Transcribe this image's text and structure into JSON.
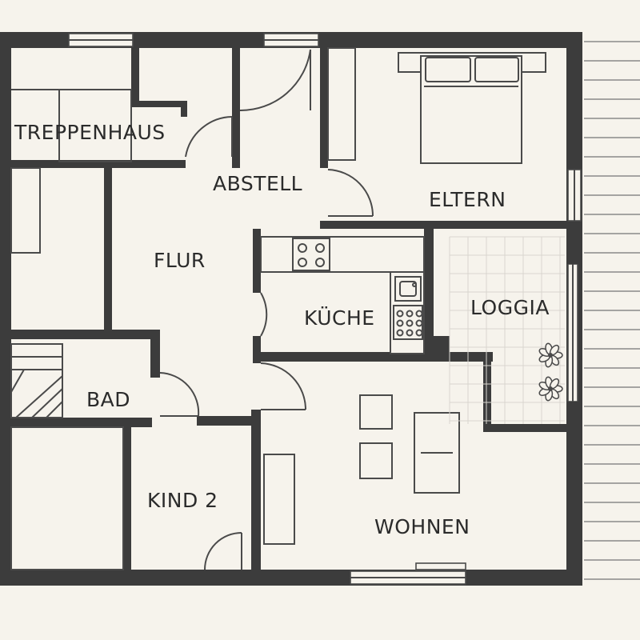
{
  "plan": {
    "rooms": [
      {
        "id": "treppenhaus",
        "label": "TREPPENHAUS"
      },
      {
        "id": "abstell",
        "label": "ABSTELL"
      },
      {
        "id": "eltern",
        "label": "ELTERN"
      },
      {
        "id": "flur",
        "label": "FLUR"
      },
      {
        "id": "kueche",
        "label": "KÜCHE"
      },
      {
        "id": "loggia",
        "label": "LOGGIA"
      },
      {
        "id": "bad",
        "label": "BAD"
      },
      {
        "id": "kind2",
        "label": "KIND 2"
      },
      {
        "id": "wohnen",
        "label": "WOHNEN"
      }
    ],
    "colors": {
      "wall": "#3c3c3c",
      "background": "#f6f3ec",
      "line": "#4a4a4a"
    }
  }
}
